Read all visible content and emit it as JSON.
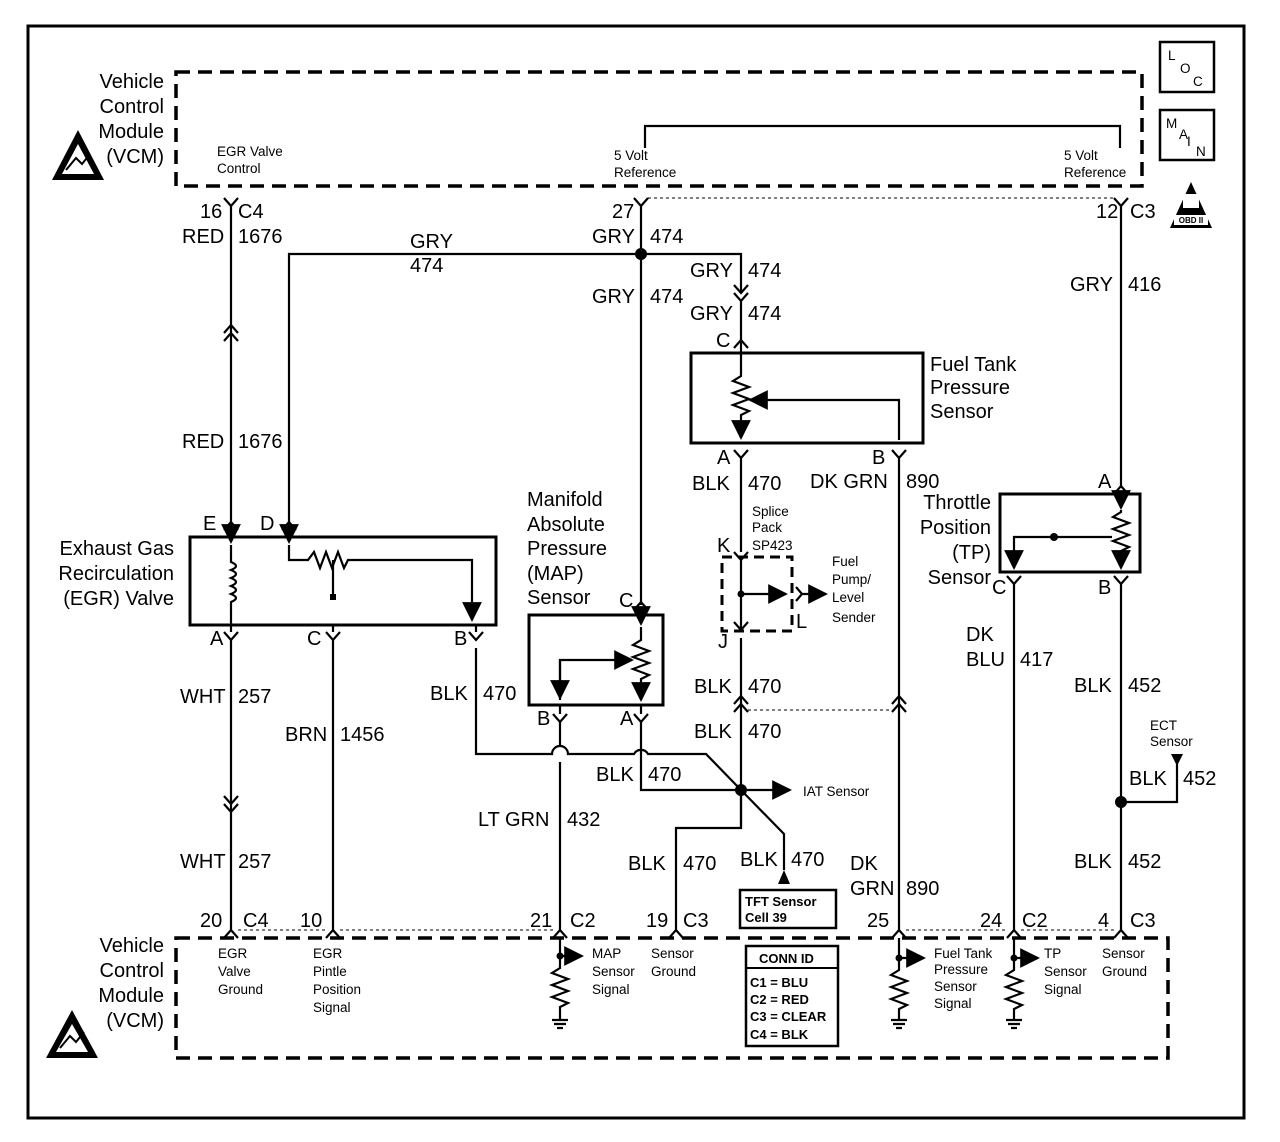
{
  "vcm_top": {
    "l1": "Vehicle",
    "l2": "Control",
    "l3": "Module",
    "l4": "(VCM)"
  },
  "vcm_bottom": {
    "l1": "Vehicle",
    "l2": "Control",
    "l3": "Module",
    "l4": "(VCM)"
  },
  "badges": {
    "loc": [
      "L",
      "O",
      "C"
    ],
    "main": [
      "M",
      "A",
      "I",
      "N"
    ],
    "obd": "OBD II"
  },
  "top_signals": {
    "egr_control": [
      "EGR Valve",
      "Control"
    ],
    "ref5_a": [
      "5 Volt",
      "Reference"
    ],
    "ref5_b": [
      "5 Volt",
      "Reference"
    ]
  },
  "top_pins": {
    "p16": {
      "pin": "16",
      "conn": "C4"
    },
    "p27": {
      "pin": "27"
    },
    "p12": {
      "pin": "12",
      "conn": "C3"
    }
  },
  "wires": {
    "red1676_top": {
      "color": "RED",
      "circuit": "1676"
    },
    "red1676_mid": {
      "color": "RED",
      "circuit": "1676"
    },
    "gry474_horiz": {
      "color": "GRY",
      "circuit": "474"
    },
    "gry474_27": {
      "color": "GRY",
      "circuit": "474"
    },
    "gry474_branch": {
      "color": "GRY",
      "circuit": "474"
    },
    "gry474_map": {
      "color": "GRY",
      "circuit": "474"
    },
    "gry474_ftp": {
      "color": "GRY",
      "circuit": "474"
    },
    "gry416": {
      "color": "GRY",
      "circuit": "416"
    },
    "blk470_ftp": {
      "color": "BLK",
      "circuit": "470"
    },
    "dkgrn890_top": {
      "color": "DK GRN",
      "circuit": "890"
    },
    "dkgrn890_bot": {
      "color": [
        "DK",
        "GRN"
      ],
      "circuit": "890"
    },
    "wht257_top": {
      "color": "WHT",
      "circuit": "257"
    },
    "wht257_bot": {
      "color": "WHT",
      "circuit": "257"
    },
    "brn1456": {
      "color": "BRN",
      "circuit": "1456"
    },
    "blk470_egr": {
      "color": "BLK",
      "circuit": "470"
    },
    "blk470_j": {
      "color": "BLK",
      "circuit": "470"
    },
    "blk470_spl": {
      "color": "BLK",
      "circuit": "470"
    },
    "blk470_map": {
      "color": "BLK",
      "circuit": "470"
    },
    "ltgrn432": {
      "color": "LT GRN",
      "circuit": "432"
    },
    "blk470_gnd": {
      "color": "BLK",
      "circuit": "470"
    },
    "blk470_tft": {
      "color": "BLK",
      "circuit": "470"
    },
    "dkblu417": {
      "color": [
        "DK",
        "BLU"
      ],
      "circuit": "417"
    },
    "blk452_a": {
      "color": "BLK",
      "circuit": "452"
    },
    "blk452_b": {
      "color": "BLK",
      "circuit": "452"
    },
    "blk452_c": {
      "color": "BLK",
      "circuit": "452"
    }
  },
  "components": {
    "egr": {
      "name": [
        "Exhaust Gas",
        "Recirculation",
        "(EGR) Valve"
      ],
      "pins": {
        "E": "E",
        "D": "D",
        "A": "A",
        "C": "C",
        "B": "B"
      }
    },
    "map": {
      "name": [
        "Manifold",
        "Absolute",
        "Pressure",
        "(MAP)",
        "Sensor"
      ],
      "pins": {
        "C": "C",
        "B": "B",
        "A": "A"
      }
    },
    "ftp": {
      "name": [
        "Fuel Tank",
        "Pressure",
        "Sensor"
      ],
      "pins": {
        "C": "C",
        "A": "A",
        "B": "B"
      }
    },
    "tp": {
      "name": [
        "Throttle",
        "Position",
        "(TP)",
        "Sensor"
      ],
      "pins": {
        "A": "A",
        "C": "C",
        "B": "B"
      }
    },
    "splice": {
      "name": [
        "Splice",
        "Pack",
        "SP423"
      ],
      "pins": {
        "K": "K",
        "J": "J",
        "L": "L"
      }
    },
    "fuel_pump": [
      "Fuel",
      "Pump/",
      "Level",
      "Sender"
    ],
    "iat": "IAT Sensor",
    "ect": [
      "ECT",
      "Sensor"
    ],
    "tft": [
      "TFT Sensor",
      "Cell 39"
    ]
  },
  "bottom_pins": {
    "p20": {
      "pin": "20",
      "conn": "C4"
    },
    "p10": {
      "pin": "10"
    },
    "p21": {
      "pin": "21",
      "conn": "C2"
    },
    "p19": {
      "pin": "19",
      "conn": "C3"
    },
    "p25": {
      "pin": "25"
    },
    "p24": {
      "pin": "24",
      "conn": "C2"
    },
    "p4": {
      "pin": "4",
      "conn": "C3"
    }
  },
  "bottom_signals": {
    "egr_ground": [
      "EGR",
      "Valve",
      "Ground"
    ],
    "egr_pintle": [
      "EGR",
      "Pintle",
      "Position",
      "Signal"
    ],
    "map_signal": [
      "MAP",
      "Sensor",
      "Signal"
    ],
    "sensor_ground_a": [
      "Sensor",
      "Ground"
    ],
    "ftp_signal": [
      "Fuel Tank",
      "Pressure",
      "Sensor",
      "Signal"
    ],
    "tp_signal": [
      "TP",
      "Sensor",
      "Signal"
    ],
    "sensor_ground_b": [
      "Sensor",
      "Ground"
    ]
  },
  "conn_id": {
    "title": "CONN ID",
    "rows": [
      "C1 = BLU",
      "C2 = RED",
      "C3 = CLEAR",
      "C4 = BLK"
    ]
  }
}
